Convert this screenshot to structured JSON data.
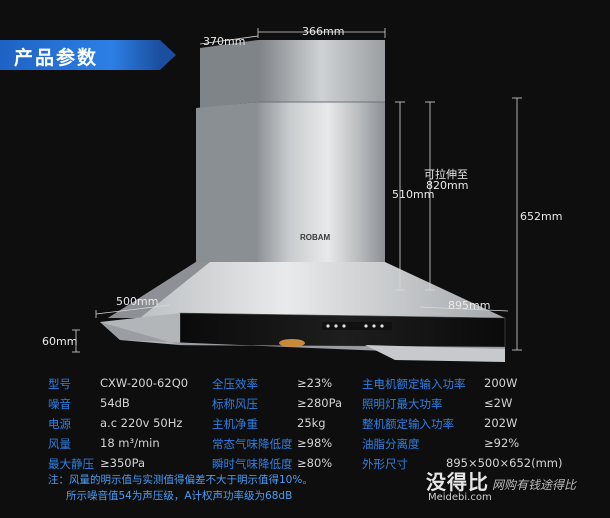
{
  "header": {
    "title": "产品参数"
  },
  "dimensions": {
    "top_depth": "370mm",
    "top_width": "366mm",
    "telescope_label": "可拉伸至",
    "telescope_value": "820mm",
    "chimney_height": "510mm",
    "total_height": "652mm",
    "body_depth": "500mm",
    "body_width": "895mm",
    "panel_height": "60mm"
  },
  "product": {
    "brand": "ROBAM"
  },
  "specs": [
    {
      "l1": "型号",
      "v1": "CXW-200-62Q0",
      "l2": "全压效率",
      "v2": "≥23%",
      "l3": "主电机额定输入功率",
      "v3": "200W"
    },
    {
      "l1": "噪音",
      "v1": "54dB",
      "l2": "标称风压",
      "v2": "≥280Pa",
      "l3": "照明灯最大功率",
      "v3": "≤2W"
    },
    {
      "l1": "电源",
      "v1": "a.c 220v 50Hz",
      "l2": "主机净重",
      "v2": "25kg",
      "l3": "整机额定输入功率",
      "v3": "202W"
    },
    {
      "l1": "风量",
      "v1": "18 m³/min",
      "l2": "常态气味降低度",
      "v2": "≥98%",
      "l3": "油脂分离度",
      "v3": "≥92%"
    },
    {
      "l1": "最大静压",
      "v1": "≥350Pa",
      "l2": "瞬时气味降低度",
      "v2": "≥80%",
      "l3": "外形尺寸",
      "v3": "895×500×652(mm)"
    }
  ],
  "notes": {
    "line1": "注：风量的明示值与实测值得偏差不大于明示值得10%。",
    "line2": "所示噪音值54为声压级，A计权声功率级为68dB"
  },
  "watermark": {
    "name": "没得比",
    "domain": "Meidebi.com",
    "slogan": "网购有钱途得比"
  },
  "colors": {
    "label": "#2f7fe2",
    "title_bar": "#2c7fe6",
    "note": "#4c9cf5"
  }
}
